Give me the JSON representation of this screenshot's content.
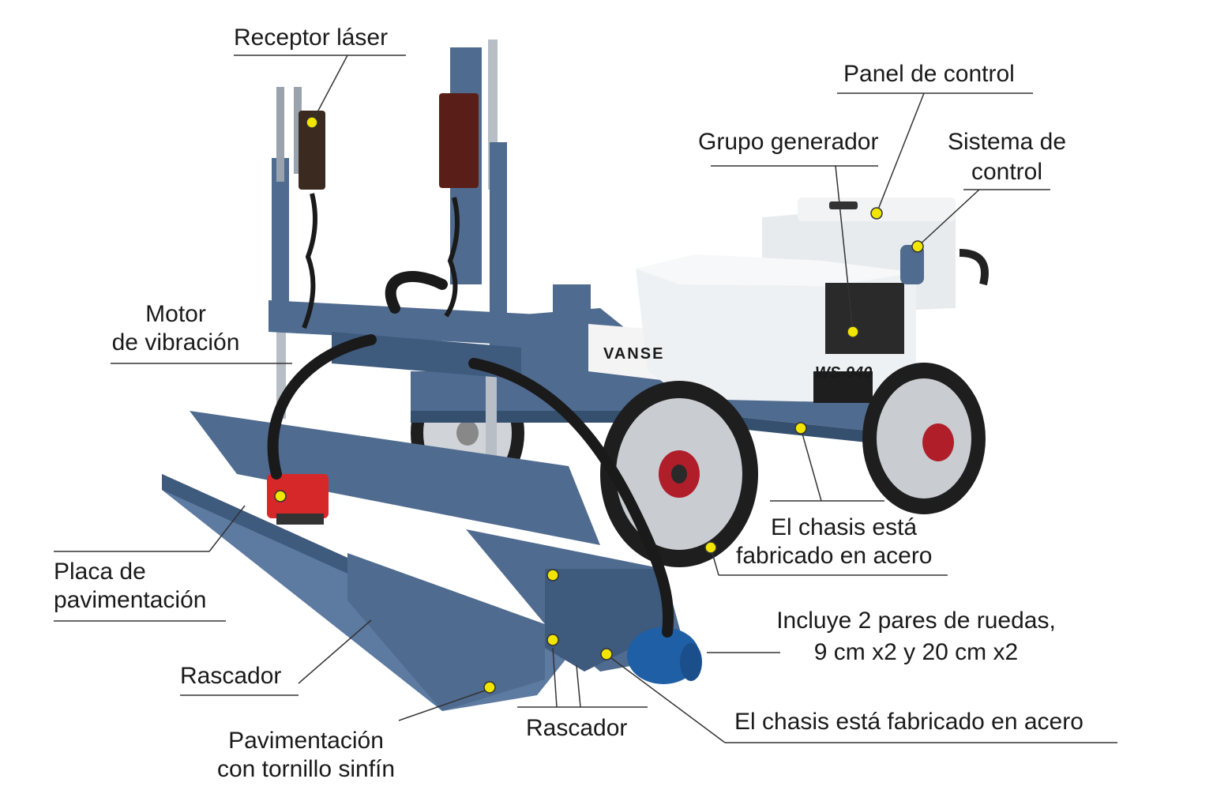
{
  "machine": {
    "brand": "VANSE",
    "model": "WS-940",
    "colors": {
      "frame": "#4f6b8f",
      "frame_dark": "#35506f",
      "body": "#eef1f3",
      "wheel": "#c9ccd0",
      "tire": "#1e1e1e",
      "marker": "#f2e600",
      "motor": "#d62828",
      "hose": "#1a1a1a"
    }
  },
  "labels": {
    "receptor_laser": "Receptor láser",
    "panel_control": "Panel de control",
    "grupo_generador": "Grupo generador",
    "sistema_control_l1": "Sistema de",
    "sistema_control_l2": "control",
    "motor_vibracion_l1": "Motor",
    "motor_vibracion_l2": "de vibración",
    "chasis_acero_1_l1": "El chasis está",
    "chasis_acero_1_l2": "fabricado en acero",
    "placa_l1": "Placa de",
    "placa_l2": "pavimentación",
    "ruedas_l1": "Incluye 2 pares de ruedas,",
    "ruedas_l2": "9 cm x2 y 20 cm x2",
    "rascador_1": "Rascador",
    "rascador_2": "Rascador",
    "chasis_acero_2": "El chasis está fabricado en acero",
    "sinfin_l1": "Pavimentación",
    "sinfin_l2": "con tornillo sinfín"
  }
}
